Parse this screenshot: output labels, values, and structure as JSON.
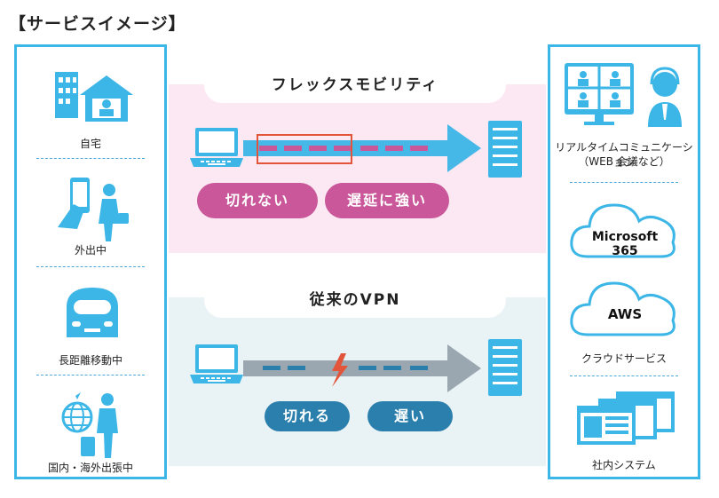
{
  "title": "【サービスイメージ】",
  "left_items": [
    {
      "label": "自宅",
      "icon": "home-office-icon"
    },
    {
      "label": "外出中",
      "icon": "person-with-phone-icon"
    },
    {
      "label": "長距離移動中",
      "icon": "bullet-train-icon"
    },
    {
      "label": "国内・海外出張中",
      "icon": "business-traveler-icon"
    }
  ],
  "right_items": [
    {
      "label": "リアルタイムコミュニケーション",
      "label2": "（WEB 会議など）",
      "icon": "video-conference-icon"
    },
    {
      "label": "Microsoft\n365",
      "icon": "cloud-icon"
    },
    {
      "label": "AWS",
      "icon": "cloud-icon"
    },
    {
      "label": "クラウドサービス"
    },
    {
      "label": "社内システム",
      "icon": "windows-icon"
    }
  ],
  "flex": {
    "title": "フレックスモビリティ",
    "bubble1": "切れない",
    "bubble2": "遅延に強い",
    "color": "#c9579a"
  },
  "vpn": {
    "title": "従来のVPN",
    "bubble1": "切れる",
    "bubble2": "遅い",
    "color": "#2a7fad"
  },
  "colors": {
    "accent": "#3cb6e6",
    "arrow_blue": "#45b8e8",
    "arrow_gray": "#9aa7b0",
    "pink_band": "#fbe8f2",
    "teal_band": "#e9f2f4",
    "highlight_box": "#e2553a"
  }
}
